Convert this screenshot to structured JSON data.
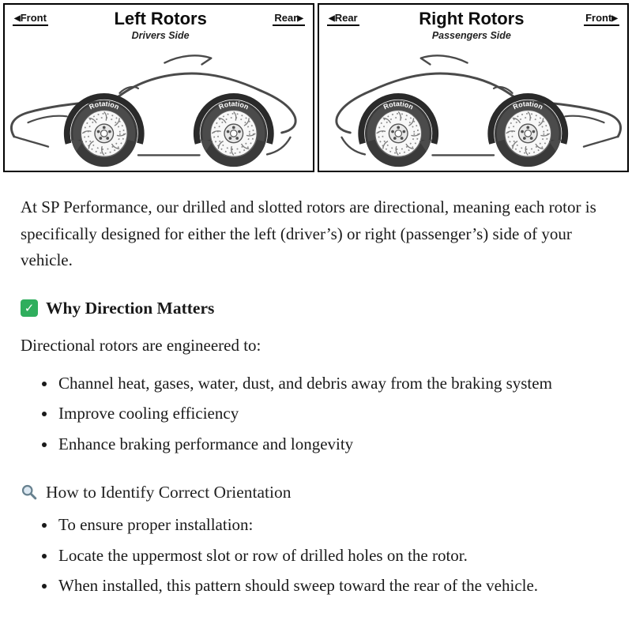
{
  "theme": {
    "check_green": "#2fae5d",
    "border_color": "#000000",
    "text_color": "#1a1a1a"
  },
  "diagram": {
    "panels": [
      {
        "left_label": "Front",
        "right_label": "Rear",
        "title": "Left Rotors",
        "subtitle": "Drivers Side",
        "rotation_label": "Rotation"
      },
      {
        "left_label": "Rear",
        "right_label": "Front",
        "title": "Right Rotors",
        "subtitle": "Passengers Side",
        "rotation_label": "Rotation"
      }
    ]
  },
  "content": {
    "intro": "At SP Performance, our drilled and slotted rotors are directional, meaning each rotor is specifically designed for either the left (driver’s) or right (passenger’s) side of your vehicle.",
    "section1": {
      "icon_glyph": "✓",
      "title": "Why Direction Matters",
      "lead": "Directional rotors are engineered to:",
      "bullets": [
        "Channel heat, gases, water, dust, and debris away from the braking system",
        "Improve cooling efficiency",
        "Enhance braking performance and longevity"
      ]
    },
    "section2": {
      "title": "How to Identify Correct Orientation",
      "bullets": [
        "To ensure proper installation:",
        "Locate the uppermost slot or row of drilled holes on the rotor.",
        "When installed, this pattern should sweep toward the rear of the vehicle."
      ]
    }
  }
}
